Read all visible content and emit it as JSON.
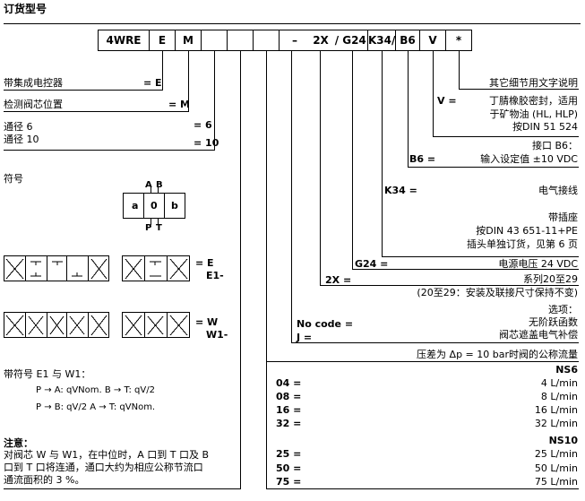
{
  "heading": "订货型号",
  "code_boxes": [
    "4WRE",
    "E",
    "M",
    "",
    "",
    "",
    "–",
    "2X",
    "/",
    "G24",
    "K34/",
    "B6",
    "V",
    "*"
  ],
  "left": {
    "integrated_electronics": {
      "label": "带集成电控器",
      "code": "= E"
    },
    "spool_monitoring": {
      "label": "检测阀芯位置",
      "code": "= M"
    },
    "size6": {
      "label": "通径 6",
      "code": "= 6"
    },
    "size10": {
      "label": "通径 10",
      "code": "= 10"
    },
    "symbols_heading": "符号",
    "sym_ports": {
      "A": "A",
      "B": "B",
      "P": "P",
      "T": "T",
      "a": "a",
      "zero": "0",
      "b": "b"
    },
    "sym_E": {
      "code": "= E",
      "code2": "E1-"
    },
    "sym_W": {
      "code": "= W",
      "code2": "W1-"
    },
    "e1_w1_title": "带符号 E1 与 W1：",
    "flow1": "P → A: qVNom.  B → T: qV/2",
    "flow2": "P → B: qV/2    A → T: qVNom.",
    "note_title": "注意：",
    "note_lines": [
      "对阀芯 W 与 W1，在中位时，A 口到 T 口及 B",
      "口到 T 口将连通，通口大约为相应公称节流口",
      "通流面积的 3 %。"
    ]
  },
  "right": {
    "other_details": "其它细节用文字说明",
    "v_code": "V =",
    "v_desc": [
      "丁腈橡胶密封，适用",
      "于矿物油 (HL, HLP)",
      "按DIN 51 524"
    ],
    "interface_b6": "接口 B6：",
    "b6_code": "B6 =",
    "b6_desc": "输入设定值 ±10 VDC",
    "k34_code": "K34 =",
    "k34_desc": "电气接线",
    "plug_lines": [
      "带插座",
      "按DIN 43 651-11+PE",
      "插头单独订货，见第 6 页"
    ],
    "g24_code": "G24 =",
    "g24_desc": "电源电压 24 VDC",
    "2x_code": "2X =",
    "2x_desc": "系列20至29",
    "2x_note": "(20至29：安装及联接尺寸保持不变)",
    "options_title": "选项：",
    "nocode": "No code =",
    "j_code": "J =",
    "opt1": "无阶跃函数",
    "opt2": "阀芯遮盖电气补偿",
    "flow_title": "压差为 Δp = 10 bar时阀的公称流量",
    "ns6": "NS6",
    "ns6_rows": [
      {
        "code": "04 =",
        "value": "4 L/min"
      },
      {
        "code": "08 =",
        "value": "8 L/min"
      },
      {
        "code": "16 =",
        "value": "16 L/min"
      },
      {
        "code": "32 =",
        "value": "32 L/min"
      }
    ],
    "ns10": "NS10",
    "ns10_rows": [
      {
        "code": "25 =",
        "value": "25 L/min"
      },
      {
        "code": "50 =",
        "value": "50 L/min"
      },
      {
        "code": "75 =",
        "value": "75 L/min"
      }
    ]
  }
}
